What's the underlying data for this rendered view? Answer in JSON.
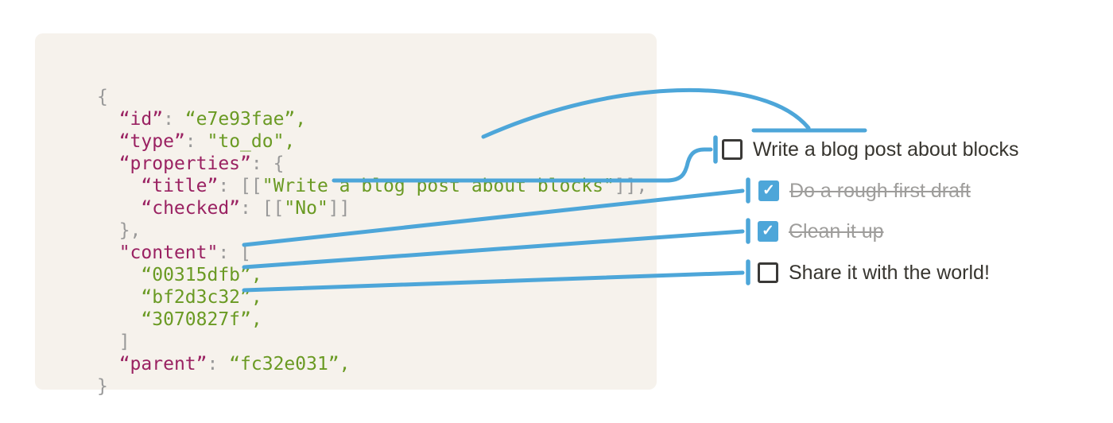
{
  "diagram_title": "to_do block JSON mapped to rendered to-do list",
  "colors": {
    "accent_blue": "#4DA6D9",
    "code_key": "#9A2262",
    "code_string": "#6A9A23",
    "code_punctuation": "#999999",
    "panel_background": "#F6F2EC",
    "todo_text": "#37352F",
    "todo_done_text": "#9E9D9B",
    "checkbox_border": "#3A3937",
    "page_background": "#FFFFFF"
  },
  "icons": {
    "checkmark": "✓"
  },
  "code": {
    "language": "json",
    "lines": [
      [
        {
          "c": "p",
          "t": "{"
        }
      ],
      [
        {
          "c": "w",
          "t": "  "
        },
        {
          "c": "k",
          "t": "“id”"
        },
        {
          "c": "p",
          "t": ": "
        },
        {
          "c": "s",
          "t": "“e7e93fae”,"
        }
      ],
      [
        {
          "c": "w",
          "t": "  "
        },
        {
          "c": "k",
          "t": "“type”"
        },
        {
          "c": "p",
          "t": ": "
        },
        {
          "c": "s",
          "t": "\"to_do\","
        }
      ],
      [
        {
          "c": "w",
          "t": "  "
        },
        {
          "c": "k",
          "t": "“properties”"
        },
        {
          "c": "p",
          "t": ": {"
        }
      ],
      [
        {
          "c": "w",
          "t": "    "
        },
        {
          "c": "k",
          "t": "“title”"
        },
        {
          "c": "p",
          "t": ": [["
        },
        {
          "c": "s",
          "t": "\"Write a blog post about blocks\""
        },
        {
          "c": "p",
          "t": "]],"
        }
      ],
      [
        {
          "c": "w",
          "t": "    "
        },
        {
          "c": "k",
          "t": "“checked”"
        },
        {
          "c": "p",
          "t": ": [["
        },
        {
          "c": "s",
          "t": "\"No\""
        },
        {
          "c": "p",
          "t": "]]"
        }
      ],
      [
        {
          "c": "w",
          "t": "  "
        },
        {
          "c": "p",
          "t": "},"
        }
      ],
      [
        {
          "c": "w",
          "t": "  "
        },
        {
          "c": "k",
          "t": "\"content\""
        },
        {
          "c": "p",
          "t": ": ["
        }
      ],
      [
        {
          "c": "w",
          "t": "    "
        },
        {
          "c": "s",
          "t": "“00315dfb”,"
        }
      ],
      [
        {
          "c": "w",
          "t": "    "
        },
        {
          "c": "s",
          "t": "“bf2d3c32”,"
        }
      ],
      [
        {
          "c": "w",
          "t": "    "
        },
        {
          "c": "s",
          "t": "“3070827f”,"
        }
      ],
      [
        {
          "c": "w",
          "t": "  "
        },
        {
          "c": "p",
          "t": "]"
        }
      ],
      [
        {
          "c": "w",
          "t": "  "
        },
        {
          "c": "k",
          "t": "“parent”"
        },
        {
          "c": "p",
          "t": ": "
        },
        {
          "c": "s",
          "t": "“fc32e031”,"
        }
      ],
      [
        {
          "c": "p",
          "t": "}"
        }
      ]
    ]
  },
  "todo_list": {
    "items": [
      {
        "label": "Write a blog post about blocks",
        "checked": false,
        "completed": false
      },
      {
        "label": "Do a rough first draft",
        "checked": true,
        "completed": true
      },
      {
        "label": "Clean it up",
        "checked": true,
        "completed": true
      },
      {
        "label": "Share it with the world!",
        "checked": false,
        "completed": false
      }
    ]
  }
}
